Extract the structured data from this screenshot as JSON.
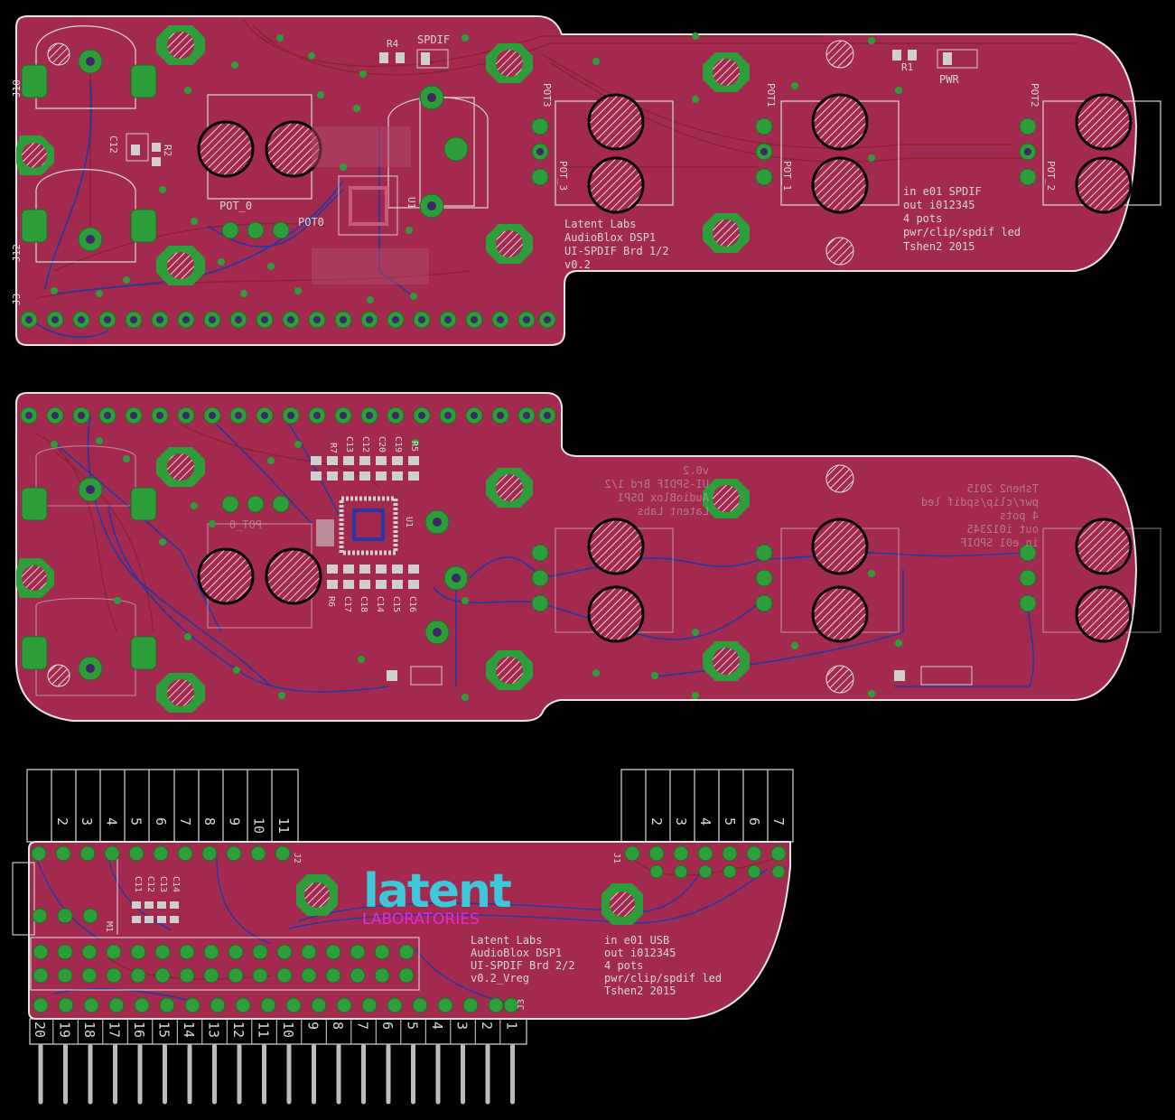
{
  "colors": {
    "background": "#000000",
    "board": "#a32a4e",
    "board_edge": "#e6e6e6",
    "pad_copper": "#2e9e3a",
    "pad_hole": "#3a2a66",
    "trace_top": "#8c2231",
    "trace_bottom": "#2338a8",
    "silkscreen": "#d8d8d8",
    "smd_pad": "#cfcfcf",
    "hatch": "#ffffff",
    "logo_text": "#3ec7d8",
    "logo_sub": "#e22bdc"
  },
  "board1": {
    "labels": {
      "spdif": "SPDIF",
      "r4": "R4",
      "r1": "R1",
      "pwr": "PWR",
      "r2": "R2",
      "c12": "C12",
      "pot0_a": "POT_0",
      "pot0_b": "POT0",
      "u1": "U1",
      "pot3_a": "POT3",
      "pot3_b": "POT_3",
      "pot1_a": "POT1",
      "pot1_b": "POT_1",
      "pot2_a": "POT2",
      "pot2_b": "POT_2",
      "j10": "J10",
      "j12": "J12",
      "j3": "J3"
    },
    "notes_left": [
      "Latent Labs",
      "AudioBlox DSP1",
      "UI-SPDIF Brd 1/2",
      "v0.2"
    ],
    "notes_right": [
      "in e01 SPDIF",
      "out i012345",
      "4 pots",
      "pwr/clip/spdif led",
      "Tshen2 2015"
    ]
  },
  "board2": {
    "labels": {
      "r7": "R7",
      "c13": "C13",
      "c12": "C12",
      "c20": "C20",
      "c19": "C19",
      "r5": "R5",
      "r6": "R6",
      "c17": "C17",
      "c18": "C18",
      "c14": "C14",
      "c15": "C15",
      "c16": "C16",
      "u1": "U1",
      "pot0": "POT_0"
    },
    "mirrored_notes": [
      "Latent Labs",
      "AudioBlox DSP1",
      "UI-SPDIF Brd 1/2",
      "v0.2"
    ],
    "mirrored_notes_right": [
      "in e01 SPDIF",
      "out i012345",
      "4 pots",
      "pwr/clip/spdif led",
      "Tshen2 2015"
    ]
  },
  "board3": {
    "logo_main": "latent",
    "logo_sub": "LABORATORIES",
    "notes_left": [
      "Latent Labs",
      "AudioBlox DSP1",
      "UI-SPDIF Brd 2/2",
      "v0.2_Vreg"
    ],
    "notes_right": [
      "in e01 USB",
      "out i012345",
      "4 pots",
      "pwr/clip/spdif led",
      "Tshen2 2015"
    ],
    "labels": {
      "j2": "J2",
      "j1": "J1",
      "j3": "J3",
      "m1": "M1",
      "c11": "C11",
      "c12": "C12",
      "c13": "C13",
      "c14": "C14"
    },
    "header_left_pins": [
      "2",
      "3",
      "4",
      "5",
      "6",
      "7",
      "8",
      "9",
      "10",
      "11"
    ],
    "header_right_pins": [
      "2",
      "3",
      "4",
      "5",
      "6",
      "7"
    ],
    "bottom_pins": [
      "20",
      "19",
      "18",
      "17",
      "16",
      "15",
      "14",
      "13",
      "12",
      "11",
      "10",
      "9",
      "8",
      "7",
      "6",
      "5",
      "4",
      "3",
      "2",
      "1"
    ]
  }
}
